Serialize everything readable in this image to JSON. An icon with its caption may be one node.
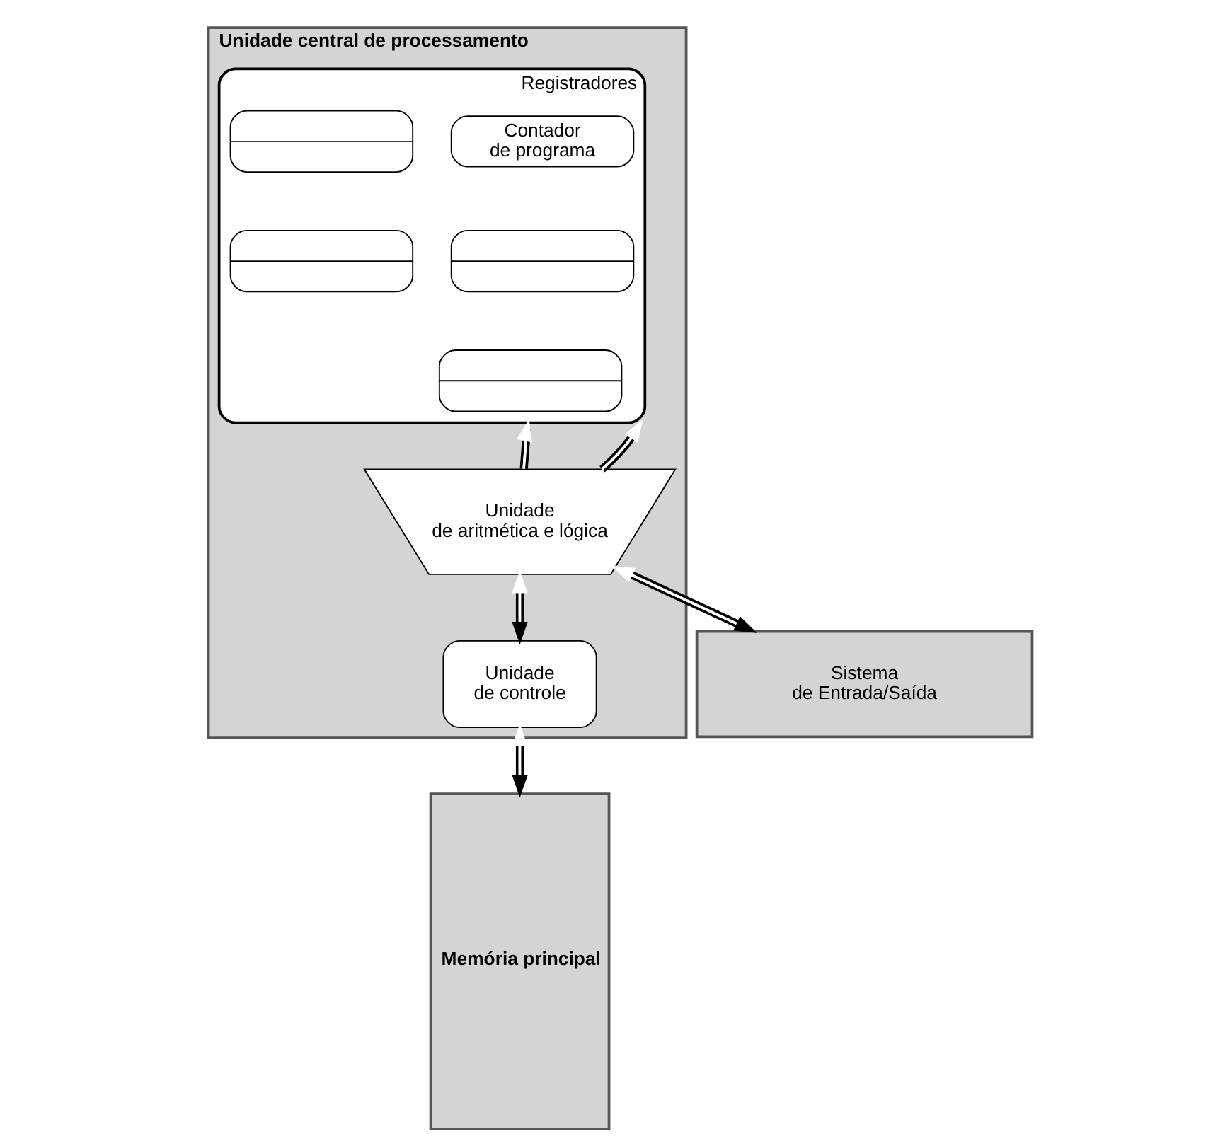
{
  "diagram": {
    "nodes": [
      {
        "text": [
          "Unidade central de processamento"
        ]
      },
      {
        "text": [
          "Registradores"
        ],
        "in": 0
      },
      {
        "text": [
          "Contador de programa"
        ],
        "in": 1
      },
      {
        "text": [],
        "shape": "box",
        "in": 1
      },
      {
        "text": [],
        "shape": "box",
        "in": 1
      },
      {
        "text": [],
        "shape": "box",
        "in": 1
      },
      {
        "text": [],
        "shape": "box",
        "in": 1
      },
      {
        "text": [
          "Unidade de aritmética e lógica"
        ],
        "in": 0
      },
      {
        "text": [
          "Unidade de controle"
        ],
        "in": 0
      },
      {
        "text": [
          "Memória principal"
        ]
      },
      {
        "text": [
          "Sistema de Entrada/Saída"
        ]
      }
    ],
    "edges": [
      {
        "from": 7,
        "to": 1,
        "arrow": "to"
      },
      {
        "from": 7,
        "to": 1,
        "arrow": "to"
      },
      {
        "from": 7,
        "to": 8,
        "arrow": "both"
      },
      {
        "from": 8,
        "to": 9,
        "arrow": "both"
      },
      {
        "from": 7,
        "to": 10,
        "arrow": "both"
      }
    ]
  }
}
